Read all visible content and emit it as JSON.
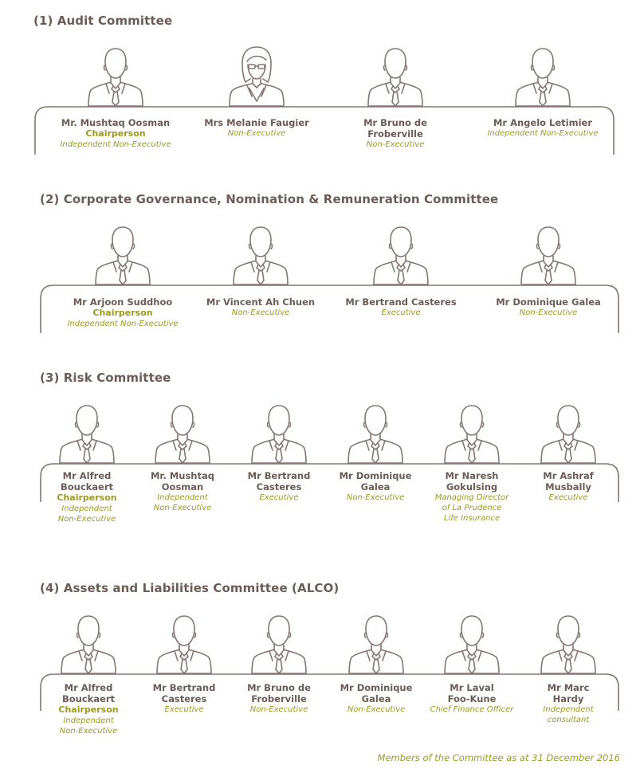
{
  "committees": [
    {
      "title": "(1) Audit Committee",
      "members": [
        {
          "name": "Mr. Mushtaq Oosman",
          "role": "Chairperson",
          "desc": "Independent Non-Executive"
        },
        {
          "name": "Mrs Melanie Faugier",
          "role": "",
          "desc": "Non-Executive"
        },
        {
          "name": "Mr Bruno de Froberville",
          "role": "",
          "desc": "Non-Executive"
        },
        {
          "name": "Mr Angelo Letimier",
          "role": "",
          "desc": "Independent Non-Executive"
        }
      ]
    },
    {
      "title": "(2) Corporate Governance, Nomination & Remuneration Committee",
      "members": [
        {
          "name": "Mr Arjoon Suddhoo",
          "role": "Chairperson",
          "desc": "Independent Non-Executive"
        },
        {
          "name": "Mr Vincent Ah Chuen",
          "role": "",
          "desc": "Non-Executive"
        },
        {
          "name": "Mr Bertrand Casteres",
          "role": "",
          "desc": "Executive"
        },
        {
          "name": "Mr Dominique Galea",
          "role": "",
          "desc": "Non-Executive"
        }
      ]
    },
    {
      "title": "(3) Risk Committee",
      "members": [
        {
          "name": "Mr Alfred\nBouckaert",
          "role": "Chairperson",
          "desc": "Independent\nNon-Executive"
        },
        {
          "name": "Mr. Mushtaq\nOosman",
          "role": "",
          "desc": "Independent\nNon-Executive"
        },
        {
          "name": "Mr Bertrand\nCasteres",
          "role": "",
          "desc": "Executive"
        },
        {
          "name": "Mr Dominique\nGalea",
          "role": "",
          "desc": "Non-Executive"
        },
        {
          "name": "Mr Naresh\nGokulsing",
          "role": "",
          "desc": "Managing Director\nof La Prudence\nLife Insurance"
        },
        {
          "name": "Mr Ashraf\nMusbally",
          "role": "",
          "desc": "Executive"
        }
      ]
    },
    {
      "title": "(4) Assets and Liabilities Committee (ALCO)",
      "members": [
        {
          "name": "Mr Alfred\nBouckaert",
          "role": "Chairperson",
          "desc": "Independent\nNon-Executive"
        },
        {
          "name": "Mr Bertrand\nCasteres",
          "role": "",
          "desc": "Executive"
        },
        {
          "name": "Mr Bruno de\nFroberville",
          "role": "",
          "desc": "Non-Executive"
        },
        {
          "name": "Mr Dominique\nGalea",
          "role": "",
          "desc": "Non-Executive"
        },
        {
          "name": "Mr Laval\nFoo-Kune",
          "role": "",
          "desc": "Chief Finance Officer"
        },
        {
          "name": "Mr Marc\nHardy",
          "role": "",
          "desc": "Independent\nconsultant"
        }
      ]
    }
  ],
  "footer": "Members of the Committee as at 31 December 2016",
  "colors": {
    "brown": "#6d5c55",
    "olive": "#9a9a1f",
    "line": "#857670"
  }
}
